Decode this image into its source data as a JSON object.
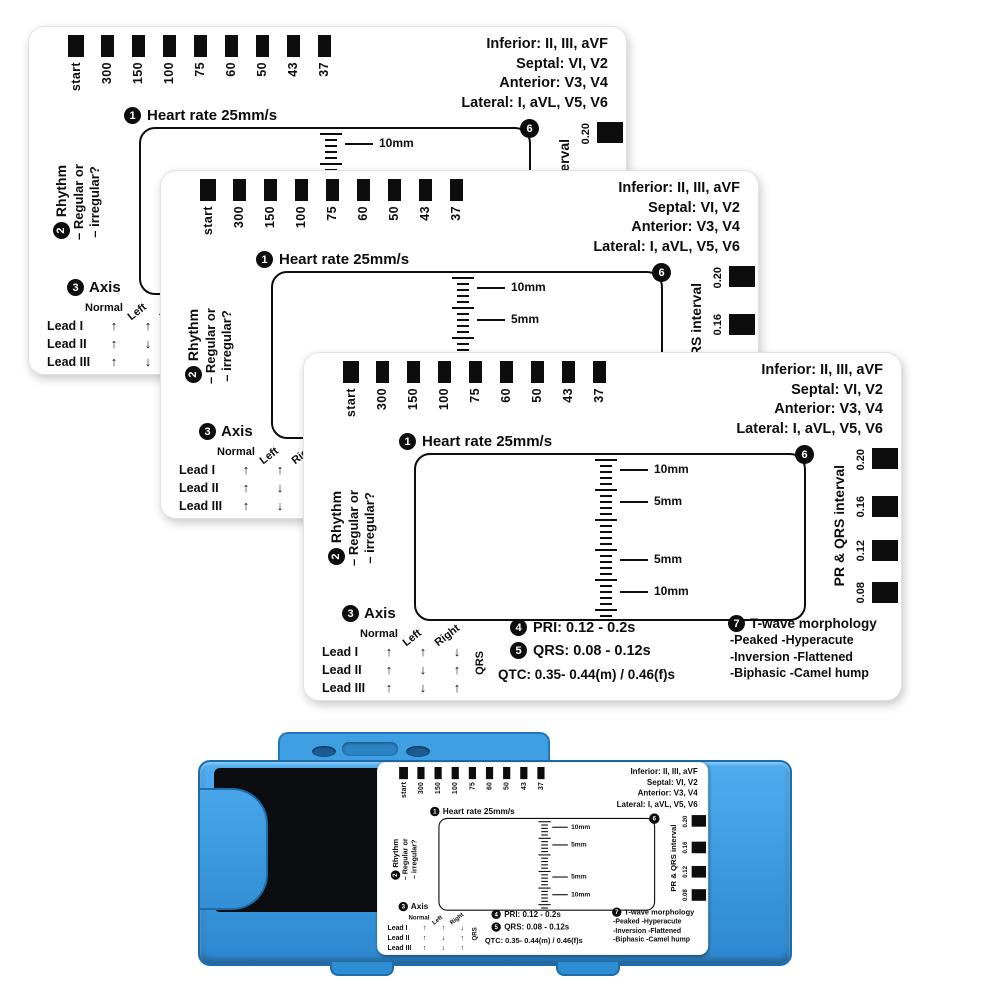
{
  "colors": {
    "card_bg": "#ffffff",
    "ink": "#0d0d0d",
    "holder_blue": "#3f9fe3",
    "holder_blue_dark": "#1e6dab",
    "holder_window_black": "#0c0d10"
  },
  "card": {
    "steps": {
      "one": "1",
      "two": "2",
      "three": "3",
      "four": "4",
      "five": "5",
      "six": "6",
      "seven": "7"
    },
    "rate_ruler": {
      "labels": [
        "start",
        "300",
        "150",
        "100",
        "75",
        "60",
        "50",
        "43",
        "37"
      ],
      "heart_rate_label": "Heart rate 25mm/s"
    },
    "leads": [
      "Inferior: II, III, aVF",
      "Septal: VI, V2",
      "Anterior: V3, V4",
      "Lateral: I, aVL, V5, V6"
    ],
    "rhythm": {
      "title": "Rhythm",
      "line1": "– Regular or",
      "line2": "– irregular?"
    },
    "box": {
      "ticks": [
        "10mm",
        "5mm",
        "5mm",
        "10mm"
      ]
    },
    "pr_qrs": {
      "label": "PR & QRS interval",
      "values": [
        "0.20",
        "0.16",
        "0.12",
        "0.08"
      ]
    },
    "axis": {
      "title": "Axis",
      "headers": [
        "Normal",
        "Left",
        "Right"
      ],
      "qrs_label": "QRS",
      "rows": [
        {
          "lead": "Lead I",
          "arrows": [
            "↑",
            "↑",
            "↓"
          ]
        },
        {
          "lead": "Lead II",
          "arrows": [
            "↑",
            "↓",
            "↑"
          ]
        },
        {
          "lead": "Lead III",
          "arrows": [
            "↑",
            "↓",
            "↑"
          ]
        }
      ]
    },
    "intervals": {
      "pri": "PRI: 0.12 - 0.2s",
      "qrs": "QRS: 0.08 - 0.12s",
      "qtc": "QTC: 0.35- 0.44(m) / 0.46(f)s"
    },
    "twave": {
      "title": "T-wave morphology",
      "line1": "-Peaked -Hyperacute",
      "line2": "-Inversion -Flattened",
      "line3": "-Biphasic -Camel hump"
    }
  }
}
